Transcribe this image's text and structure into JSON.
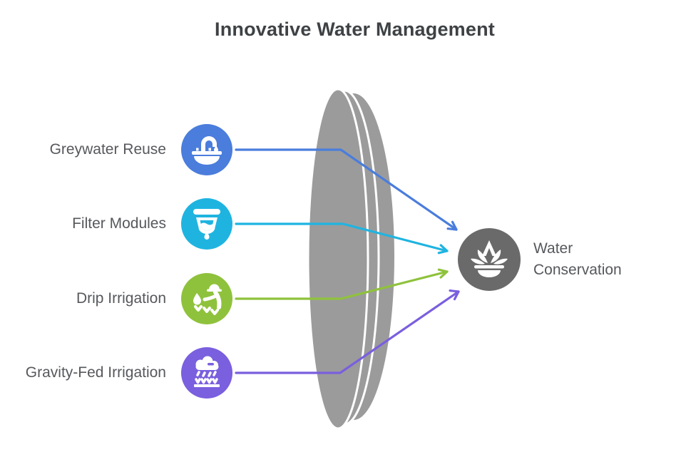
{
  "diagram": {
    "title": "Innovative Water Management",
    "items": [
      {
        "label": "Greywater Reuse",
        "color": "#4A7DDC",
        "icon": "sink-faucet"
      },
      {
        "label": "Filter Modules",
        "color": "#1FB4E0",
        "icon": "water-filter"
      },
      {
        "label": "Drip Irrigation",
        "color": "#8FC23C",
        "icon": "farmer-watering"
      },
      {
        "label": "Gravity-Fed Irrigation",
        "color": "#7A5FDE",
        "icon": "tank-drops-crops"
      }
    ],
    "node": {
      "label": "Water Conservation",
      "color": "#6A6A6A",
      "icon": "lotus-bowl"
    },
    "lens_color": "#9B9B9B",
    "background_color": "#FFFFFF",
    "text_color": "#56585C",
    "title_color": "#3E4245"
  }
}
